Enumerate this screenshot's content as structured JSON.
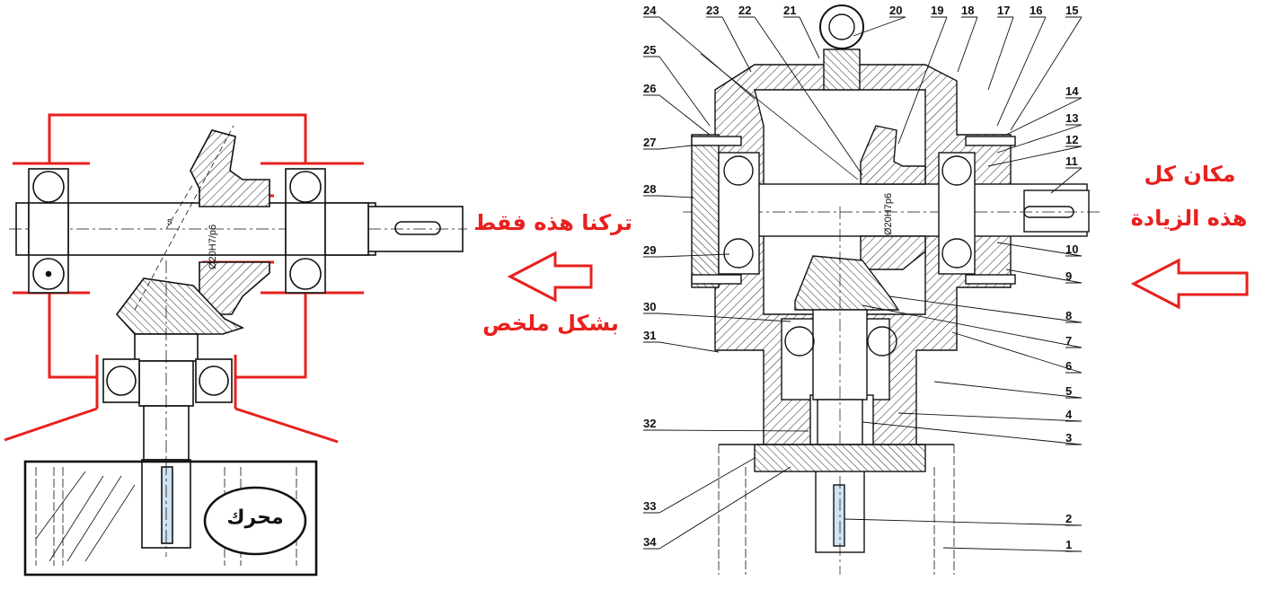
{
  "annotations": {
    "left_line1": "تركنا هذه فقط",
    "left_line2": "بشكل ملخص",
    "right_line1": "مكان كل",
    "right_line2": "هذه الزيادة",
    "motor": "محرك"
  },
  "dimension_label": "Ø20H7/p6",
  "dimension_label_right": "Ø20H7p6",
  "part_numbers": {
    "top": [
      "24",
      "23",
      "22",
      "21",
      "20",
      "19",
      "18",
      "17",
      "16",
      "15"
    ],
    "left": [
      "25",
      "26",
      "27",
      "28",
      "29",
      "30",
      "31",
      "32",
      "33",
      "34"
    ],
    "right": [
      "14",
      "13",
      "12",
      "11",
      "10",
      "9",
      "8",
      "7",
      "6",
      "5",
      "4",
      "3",
      "2",
      "1"
    ]
  },
  "colors": {
    "accent": "#e8201e",
    "ink": "#111111",
    "light_blue": "#cfe3f3"
  }
}
